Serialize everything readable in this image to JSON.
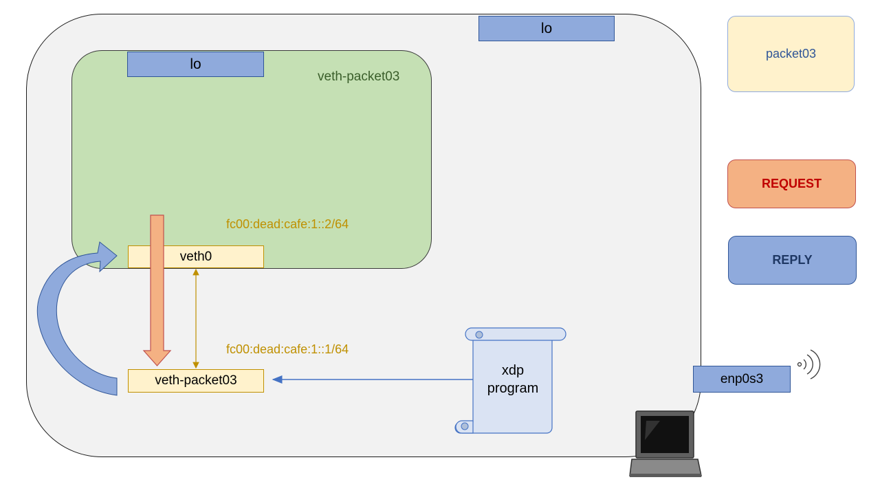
{
  "host": {
    "lo_label": "lo",
    "veth_label": "veth-packet03",
    "veth_address": "fc00:dead:cafe:1::1/64",
    "physical_iface_label": "enp0s3",
    "xdp_program_label": "xdp\nprogram"
  },
  "namespace": {
    "name": "veth-packet03",
    "lo_label": "lo",
    "veth_label": "veth0",
    "veth_address": "fc00:dead:cafe:1::2/64"
  },
  "legend": {
    "namespace_label": "packet03",
    "request_label": "REQUEST",
    "reply_label": "REPLY"
  },
  "colors": {
    "request": "#f4b183",
    "request_text": "#c00000",
    "reply": "#8faadc",
    "namespace_fill": "#c5e0b4",
    "host_fill": "#f2f2f2",
    "address_text": "#bf9000",
    "xdp_scroll": "#dae3f3"
  },
  "icons": [
    "laptop-icon",
    "wifi-signal-icon",
    "scroll-icon",
    "reply-curved-arrow",
    "request-down-arrow"
  ]
}
